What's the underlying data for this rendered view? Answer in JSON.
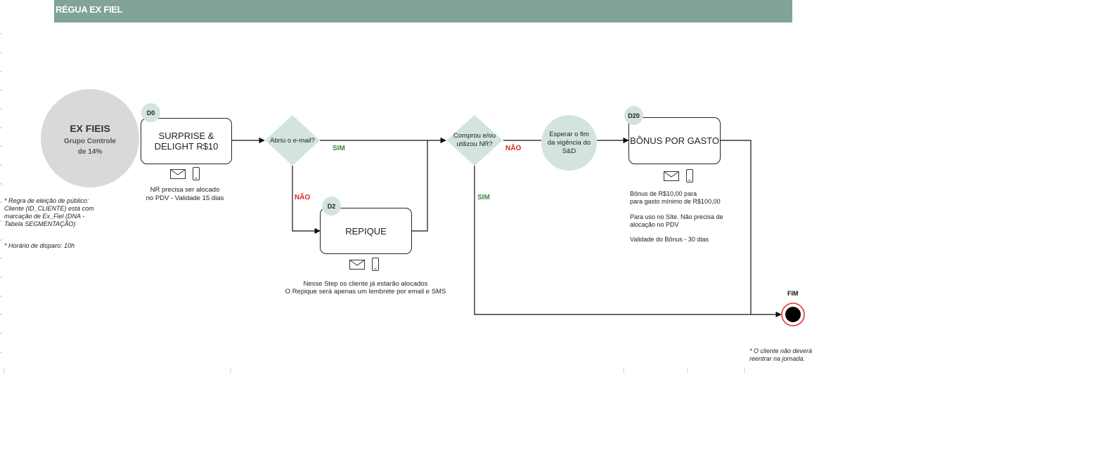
{
  "header": {
    "title": "RÉGUA EX FIEL"
  },
  "start": {
    "title": "EX FIEIS",
    "subtitle_line1": "Grupo Controle",
    "subtitle_line2": "de 14%"
  },
  "steps": {
    "d0": {
      "badge": "D0",
      "label_line1": "SURPRISE &",
      "label_line2": "DELIGHT R$10",
      "note_line1": "NR precisa ser alocado",
      "note_line2": "no PDV - Validade 15 dias"
    },
    "d2": {
      "badge": "D2",
      "label": "REPIQUE",
      "note_line1": "Nesse Step os cliente já estarão alocados",
      "note_line2": "O Repique será apenas um lembrete por email e SMS"
    },
    "d20": {
      "badge": "D20",
      "label": "BÔNUS POR GASTO",
      "note_line1": "Bônus de R$10,00 para",
      "note_line2": "para gasto mínimo de R$100,00",
      "note_line3": "Para uso no SIte. Não precisa de",
      "note_line4": " alocação no PDV",
      "note_line5": "Validade do Bônus - 30 dias"
    }
  },
  "decisions": {
    "opened": {
      "line1": "Abriu o e-mail?"
    },
    "bought": {
      "line1": "Comprou e/ou",
      "line2": "utilizou NR?"
    }
  },
  "wait": {
    "line1": "Esperar o fim",
    "line2": "da vigência do",
    "line3": "S&D"
  },
  "branch_labels": {
    "sim": "SIM",
    "nao": "NÃO"
  },
  "end": {
    "label": "FIM"
  },
  "notes": {
    "rule_line1": "* Regra de eleição de público:",
    "rule_line2": "Cliente (ID_CLIENTE) está com",
    "rule_line3": "marcação de Ex_Fiel (DNA -",
    "rule_line4": "Tabela SEGMENTAÇÃO)",
    "time": "* Horário de disparo: 10h",
    "reentry_line1": "* O cliente não deverá",
    "reentry_line2": "reentrar na jornada."
  },
  "colors": {
    "header": "#82a398",
    "badge": "#d3e4dc",
    "start": "#d9d9d9",
    "yes": "#3a8a3a",
    "no": "#d32626"
  }
}
